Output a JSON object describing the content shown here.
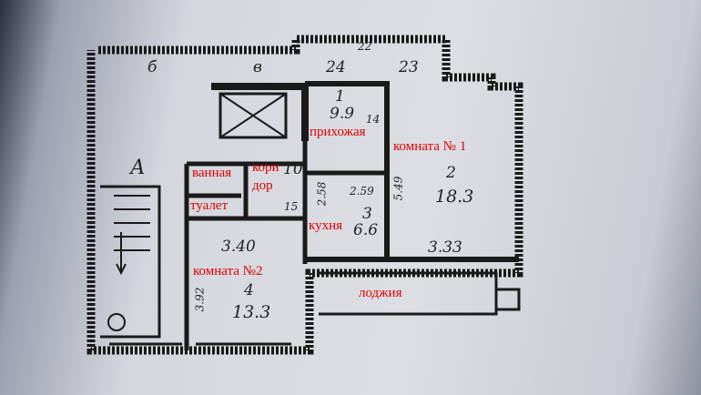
{
  "plan_marks": {
    "stair_b": "б",
    "room_v": "в",
    "n22": "22",
    "n24": "24",
    "n23": "23",
    "stair_a": "А",
    "r1_num": "1",
    "r1_area": "9.9",
    "n14": "14",
    "r2_num": "2",
    "r2_area": "18.3",
    "r2_len": "5.49",
    "r2_width": "3.33",
    "r3_num": "3",
    "r3_area": "6.6",
    "r3_width": "2.59",
    "r3_len": "2.58",
    "r4_num": "4",
    "r4_area": "13.3",
    "r4_width": "3.40",
    "r4_len": "3.92",
    "n10": "10",
    "n15": "15"
  },
  "labels": {
    "hallway": "прихожая",
    "room1": "комната № 1",
    "bathroom": "ванная",
    "corridor_1": "кори",
    "corridor_2": "дор",
    "toilet": "туалет",
    "kitchen": "кухня",
    "room2": "комната №2",
    "loggia": "лоджия"
  }
}
